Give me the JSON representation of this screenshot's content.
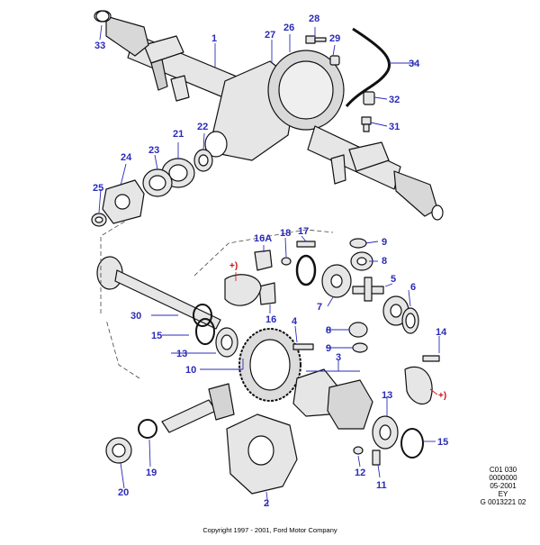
{
  "callouts": {
    "c1": "1",
    "c2": "2",
    "c3": "3",
    "c4": "4",
    "c5": "5",
    "c6": "6",
    "c7": "7",
    "c8a": "8",
    "c8b": "8",
    "c9a": "9",
    "c9b": "9",
    "c10": "10",
    "c11": "11",
    "c12": "12",
    "c13a": "13",
    "c13b": "13",
    "c14": "14",
    "c15a": "15",
    "c15b": "15",
    "c16": "16",
    "c16a": "16A",
    "c17": "17",
    "c18": "18",
    "c19": "19",
    "c20": "20",
    "c21": "21",
    "c22": "22",
    "c23": "23",
    "c24": "24",
    "c25": "25",
    "c26": "26",
    "c27": "27",
    "c28": "28",
    "c29": "29",
    "c30": "30",
    "c31": "31",
    "c32": "32",
    "c33": "33",
    "c34": "34",
    "plus1": "+)",
    "plus2": "+)"
  },
  "reference": {
    "line1": "C01 030",
    "line2": "0000000",
    "line3": "05-2001",
    "line4": "EY",
    "line5": "G 0013221 02"
  },
  "copyright": "Copyright 1997 - 2001, Ford Motor Company",
  "colors": {
    "callout": "#2b2bb8",
    "marker": "#cc1111",
    "line": "#111111",
    "part_fill": "#e8e8e8"
  }
}
